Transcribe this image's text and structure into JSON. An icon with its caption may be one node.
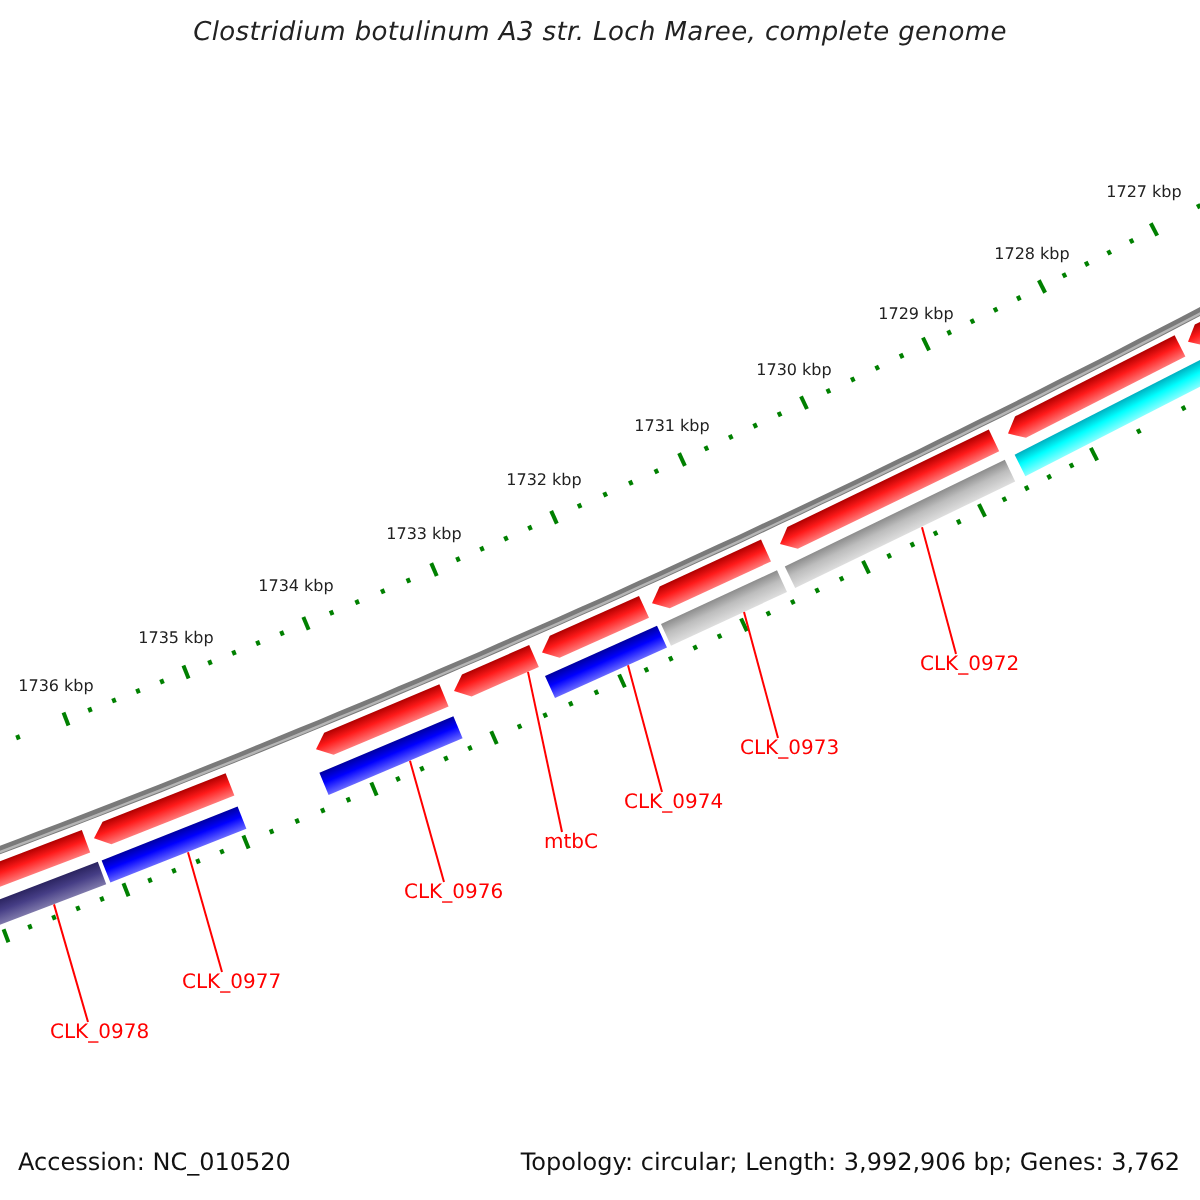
{
  "diagram": {
    "title": "Clostridium botulinum A3 str. Loch Maree, complete genome",
    "nodes": [
      {
        "text": [],
        "shape": "bar"
      },
      {
        "text": [],
        "shape": "bar"
      },
      {
        "text": [],
        "shape": "bar"
      },
      {
        "text": [],
        "shape": "bar"
      },
      {
        "text": [],
        "shape": "bar"
      },
      {
        "text": [],
        "shape": "bar"
      },
      {
        "text": [],
        "shape": "bar"
      },
      {
        "text": [],
        "shape": "bar"
      },
      {
        "text": [],
        "shape": "bar"
      },
      {
        "text": [],
        "shape": "bar"
      },
      {
        "text": [],
        "shape": "bar"
      },
      {
        "text": [],
        "shape": "bar"
      },
      {
        "text": [],
        "shape": "bar"
      },
      {
        "text": [],
        "shape": "bar"
      },
      {
        "text": [],
        "shape": "bar"
      },
      {
        "text": [],
        "shape": "bar"
      },
      {
        "text": [
          "CLK_0978"
        ]
      },
      {
        "text": [
          "CLK_0977"
        ]
      },
      {
        "text": [
          "CLK_0976"
        ]
      },
      {
        "text": [
          "mtbC"
        ]
      },
      {
        "text": [
          "CLK_0974"
        ]
      },
      {
        "text": [
          "CLK_0973"
        ]
      },
      {
        "text": [
          "CLK_0972"
        ]
      }
    ],
    "edges": [
      {
        "from": 16,
        "to": 1,
        "arrow": "none"
      },
      {
        "from": 17,
        "to": 3,
        "arrow": "none"
      },
      {
        "from": 18,
        "to": 5,
        "arrow": "none"
      },
      {
        "from": 19,
        "to": 6,
        "arrow": "none"
      },
      {
        "from": 20,
        "to": 8,
        "arrow": "none"
      },
      {
        "from": 21,
        "to": 9,
        "arrow": "none"
      },
      {
        "from": 22,
        "to": 12,
        "arrow": "none"
      }
    ],
    "labels": [
      "1727 kbp",
      "1728 kbp",
      "1729 kbp",
      "1730 kbp",
      "1731 kbp",
      "1732 kbp",
      "1733 kbp",
      "1734 kbp",
      "1735 kbp",
      "1736 kbp",
      "Accession: NC_010520",
      "Topology: circular; Length: 3,992,906 bp; Genes: 3,762"
    ]
  }
}
